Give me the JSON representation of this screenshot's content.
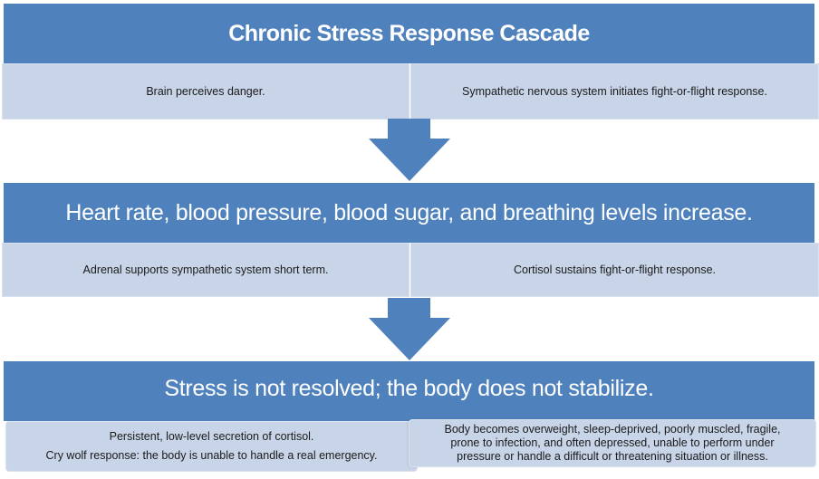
{
  "colors": {
    "band": "#4f81bd",
    "sub_box": "#c8d4e7",
    "arrow": "#4f81bd"
  },
  "title": "Chronic Stress Response Cascade",
  "stages": [
    {
      "heading": "Chronic Stress Response Cascade",
      "details": [
        {
          "lines": [
            "Brain perceives danger."
          ]
        },
        {
          "lines": [
            "Sympathetic nervous system initiates fight-or-flight response."
          ]
        }
      ]
    },
    {
      "heading": "Heart rate, blood pressure, blood sugar, and breathing levels increase.",
      "details": [
        {
          "lines": [
            "Adrenal supports sympathetic system short term."
          ]
        },
        {
          "lines": [
            "Cortisol sustains fight-or-flight response."
          ]
        }
      ]
    },
    {
      "heading": "Stress is not resolved; the body does not stabilize.",
      "details": [
        {
          "lines": [
            "Persistent, low-level secretion of cortisol.",
            "Cry wolf response: the body is unable to handle a real emergency."
          ]
        },
        {
          "lines": [
            "Body becomes overweight, sleep-deprived, poorly muscled, fragile,",
            "prone to infection, and often depressed, unable to perform under",
            "pressure or handle a difficult or threatening situation or illness."
          ]
        }
      ]
    }
  ],
  "connectors": [
    {
      "icon": "down-arrow-icon",
      "from": "stage-1",
      "to": "stage-2"
    },
    {
      "icon": "down-arrow-icon",
      "from": "stage-2",
      "to": "stage-3"
    }
  ]
}
